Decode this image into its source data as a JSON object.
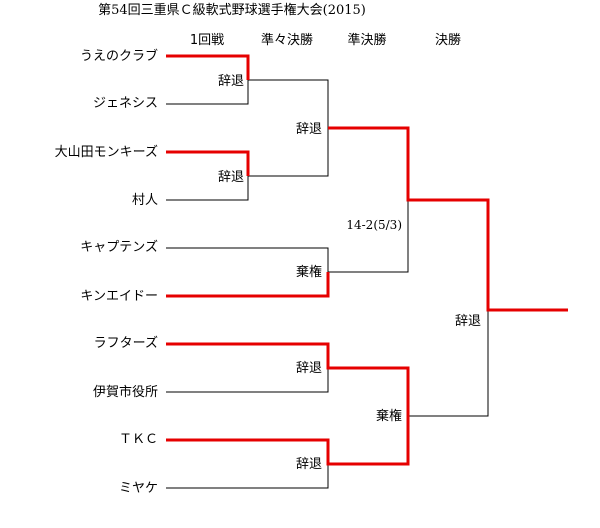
{
  "title": "第54回三重県Ｃ級軟式野球選手権大会(2015)",
  "rounds": [
    "1回戦",
    "準々決勝",
    "準決勝",
    "決勝"
  ],
  "teams": [
    "うえのクラブ",
    "ジェネシス",
    "大山田モンキーズ",
    "村人",
    "キャプテンズ",
    "キンエイドー",
    "ラフターズ",
    "伊賀市役所",
    "ＴＫＣ",
    "ミヤケ"
  ],
  "results": {
    "r1": "辞退",
    "qf1": "辞退",
    "qf2": "棄権",
    "qf3": "辞退",
    "qf4": "辞退",
    "sf1": "辞退",
    "sf1_score": "14-2(5/3)",
    "sf2": "棄権",
    "final": "辞退"
  },
  "colors": {
    "winner_line": "#e60000",
    "line": "#000000"
  }
}
